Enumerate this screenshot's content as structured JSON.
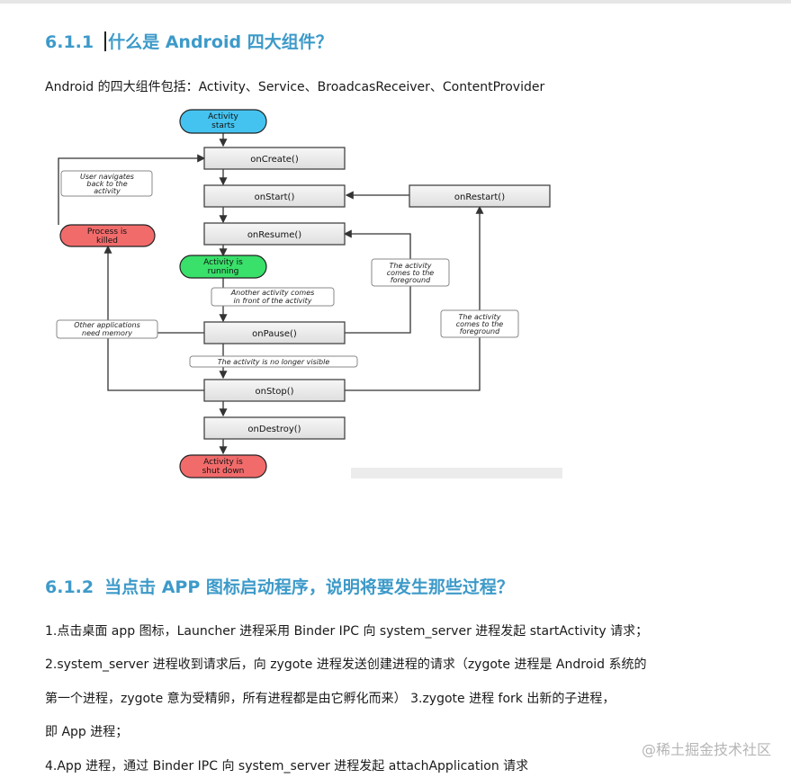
{
  "section1": {
    "number": "6.1.1",
    "title": "什么是 Android 四大组件？",
    "intro": "Android  的四大组件包括：Activity、Service、BroadcasReceiver、ContentProvider"
  },
  "diagram": {
    "ovals": {
      "start": [
        "Activity",
        "starts"
      ],
      "running": [
        "Activity is",
        "running"
      ],
      "shutdown": [
        "Activity is",
        "shut down"
      ],
      "killed": [
        "Process is",
        "killed"
      ]
    },
    "boxes": {
      "oncreate": "onCreate()",
      "onstart": "onStart()",
      "onresume": "onResume()",
      "onpause": "onPause()",
      "onstop": "onStop()",
      "ondestroy": "onDestroy()",
      "onrestart": "onRestart()"
    },
    "notes": {
      "user_navigates": [
        "User navigates",
        "back to the",
        "activity"
      ],
      "another_activity": [
        "Another activity comes",
        "in front of the activity"
      ],
      "other_apps": [
        "Other applications",
        "need memory"
      ],
      "no_longer_visible": "The activity is no longer visible",
      "foreground_1": [
        "The activity",
        "comes to the",
        "foreground"
      ],
      "foreground_2": [
        "The activity",
        "comes to the",
        "foreground"
      ]
    },
    "colors": {
      "blue": "#45c3f0",
      "green": "#39e06a",
      "red": "#f26b6b",
      "box": "#efefef"
    }
  },
  "section2": {
    "number": "6.1.2",
    "title": "当点击  APP  图标启动程序，说明将要发生那些过程？",
    "lines": [
      "1.点击桌面  app  图标，Launcher  进程采用 Binder IPC  向  system_server  进程发起  startActivity  请求；",
      "2.system_server  进程收到请求后，向  zygote  进程发送创建进程的请求（zygote  进程是 Android  系统的",
      "第一个进程，zygote  意为受精卵，所有进程都是由它孵化而来）  3.zygote  进程  fork  出新的子进程，",
      "即  App  进程；",
      "4.App  进程，通过 Binder IPC  向  system_server  进程发起  attachApplication  请求"
    ]
  },
  "watermark": "@稀土掘金技术社区"
}
